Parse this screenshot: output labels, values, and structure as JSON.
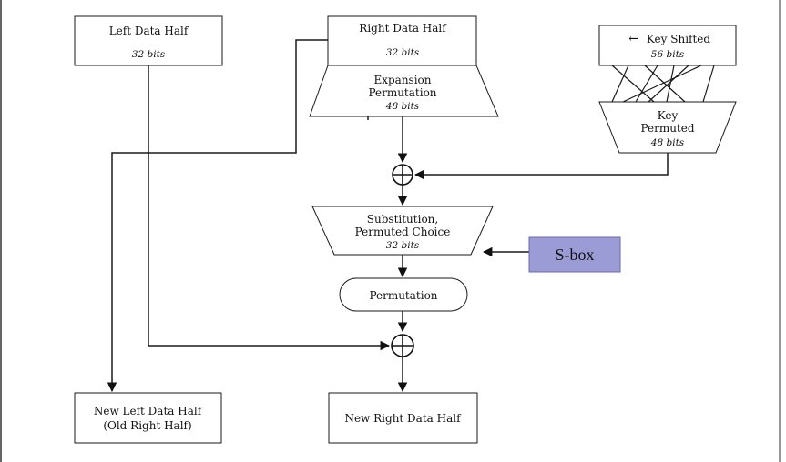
{
  "boxes": {
    "left_data_half": {
      "label": "Left Data Half",
      "bits": "32 bits"
    },
    "right_data_half": {
      "label": "Right Data Half",
      "bits": "32 bits"
    },
    "expansion_permutation": {
      "line1": "Expansion",
      "line2": "Permutation",
      "bits": "48 bits"
    },
    "key_shifted": {
      "label": "Key Shifted",
      "bits": "56 bits",
      "arrow_glyph": "←"
    },
    "key_permuted": {
      "line1": "Key",
      "line2": "Permuted",
      "bits": "48 bits"
    },
    "substitution": {
      "line1": "Substitution,",
      "line2": "Permuted Choice",
      "bits": "32 bits"
    },
    "permutation": {
      "label": "Permutation"
    },
    "sbox": {
      "label": "S-box",
      "fill_color": "#9b9bd5"
    },
    "new_left_half": {
      "line1": "New Left Data Half",
      "line2": "(Old Right Half)"
    },
    "new_right_half": {
      "label": "New Right Data Half"
    }
  },
  "operators": {
    "xor_top": {
      "symbol": "xor-circle"
    },
    "xor_bottom": {
      "symbol": "xor-circle"
    }
  },
  "colors": {
    "stroke": "#1a1a1a",
    "background": "#ffffff",
    "sbox_fill": "#9b9bd5"
  }
}
